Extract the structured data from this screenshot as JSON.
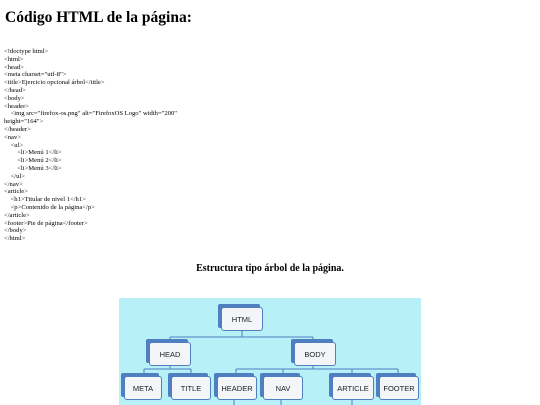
{
  "page": {
    "heading": "Código HTML de la página:",
    "code_lines": [
      "<!doctype html>",
      "<html>",
      "<head>",
      "<meta charset=\"utf-8\">",
      "<title>Ejercicio opcional árbol</title>",
      "</head>",
      "<body>",
      "<header>",
      "    <img src=\"firefox-os.png\" alt=\"FirefoxOS Logo\" width=\"200\"",
      "height=\"164\">",
      "</header>",
      "<nav>",
      "    <ul>",
      "        <li>Menú 1</li>",
      "        <li>Menú 2</li>",
      "        <li>Menú 3</li>",
      "    </ul>",
      "</nav>",
      "<article>",
      "    <h1>Titular de nivel 1</h1>",
      "    <p>Contenido de la página</p>",
      "</article>",
      "<footer>Pie de página</footer>",
      "</body>",
      "</html>"
    ],
    "tree_caption": "Estructura tipo árbol de la página."
  },
  "tree": {
    "nodes": {
      "html": "HTML",
      "head": "HEAD",
      "body": "BODY",
      "meta": "META",
      "title": "TITLE",
      "header": "HEADER",
      "nav": "NAV",
      "article": "ARTICLE",
      "footer": "FOOTER"
    }
  }
}
